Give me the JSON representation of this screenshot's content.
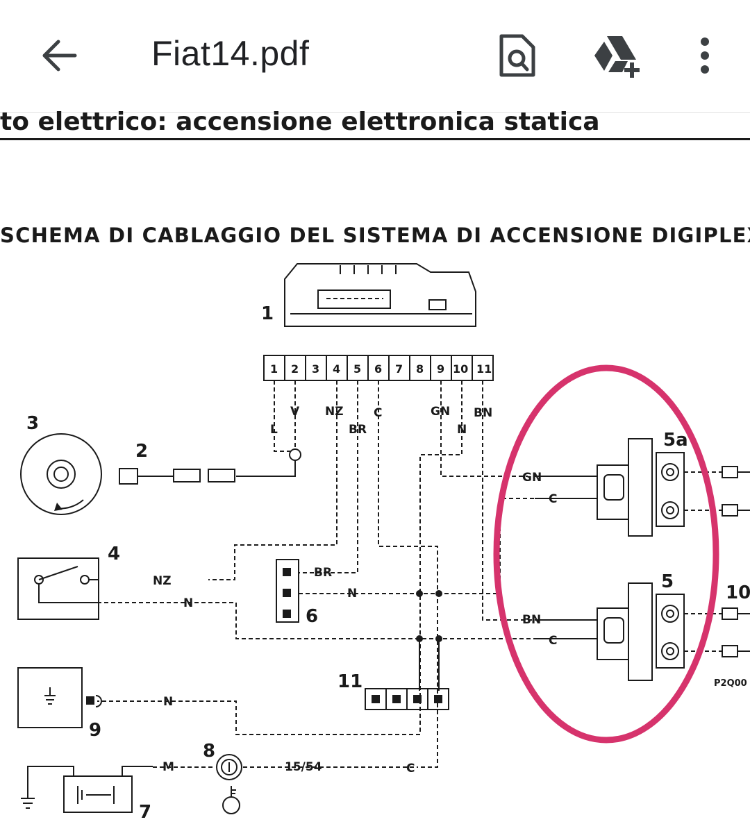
{
  "app_bar": {
    "title": "Fiat14.pdf",
    "icons": [
      "back-arrow-icon",
      "find-in-document-icon",
      "add-to-drive-icon",
      "more-vert-icon"
    ]
  },
  "document": {
    "heading": "to elettrico: accensione elettronica statica",
    "schema_title": "SCHEMA DI CABLAGGIO DEL SISTEMA DI ACCENSIONE DIGIPLEX",
    "connector_pins": [
      "1",
      "2",
      "3",
      "4",
      "5",
      "6",
      "7",
      "8",
      "9",
      "10",
      "11"
    ],
    "component_numbers": [
      "1",
      "2",
      "3",
      "4",
      "5",
      "5a",
      "6",
      "7",
      "8",
      "9",
      "10",
      "11"
    ],
    "wire_labels": {
      "l": "L",
      "v": "V",
      "nz": "NZ",
      "br": "BR",
      "c": "C",
      "gn": "GN",
      "n": "N",
      "bn": "BN",
      "m": "M",
      "k1554": "15/54"
    },
    "figure_code": "P2Q00",
    "highlight_color": "#d6336c"
  }
}
